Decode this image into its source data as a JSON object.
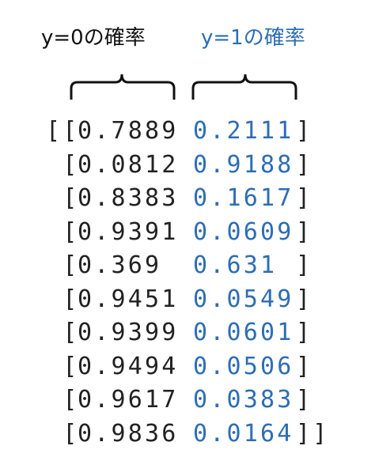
{
  "labels": {
    "y0": "y=0の確率",
    "y1": "y=1の確率"
  },
  "colors": {
    "y0_text": "#111111",
    "y1_text": "#2e6db4",
    "array_text": "#222222"
  },
  "array": {
    "rows": [
      {
        "prefix": "[[",
        "p0": "0.7889",
        "p1": "0.2111",
        "suffix": "]"
      },
      {
        "prefix": " [",
        "p0": "0.0812",
        "p1": "0.9188",
        "suffix": "]"
      },
      {
        "prefix": " [",
        "p0": "0.8383",
        "p1": "0.1617",
        "suffix": "]"
      },
      {
        "prefix": " [",
        "p0": "0.9391",
        "p1": "0.0609",
        "suffix": "]"
      },
      {
        "prefix": " [",
        "p0": "0.369 ",
        "p1": "0.631 ",
        "suffix": "]"
      },
      {
        "prefix": " [",
        "p0": "0.9451",
        "p1": "0.0549",
        "suffix": "]"
      },
      {
        "prefix": " [",
        "p0": "0.9399",
        "p1": "0.0601",
        "suffix": "]"
      },
      {
        "prefix": " [",
        "p0": "0.9494",
        "p1": "0.0506",
        "suffix": "]"
      },
      {
        "prefix": " [",
        "p0": "0.9617",
        "p1": "0.0383",
        "suffix": "]"
      },
      {
        "prefix": " [",
        "p0": "0.9836",
        "p1": "0.0164",
        "suffix": "]]"
      }
    ]
  }
}
